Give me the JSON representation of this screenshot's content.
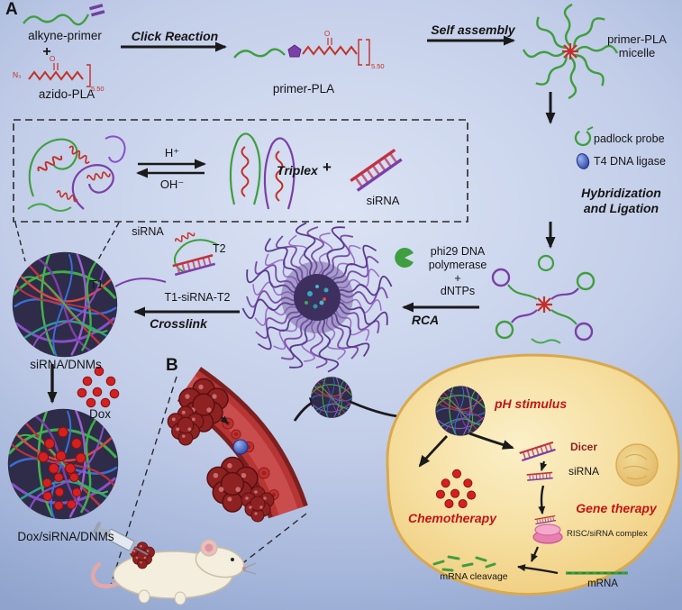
{
  "colors": {
    "background_top": "#c3cee8",
    "background_bottom": "#8fa3cc",
    "green": "#3f9e3f",
    "red": "#c23128",
    "purple": "#7b3fa8",
    "label_red": "#c41414",
    "dark_red": "#8e1f1f",
    "cell_yellow": "#f5d98a",
    "vessel_red": "#b73535"
  },
  "panel_a": {
    "label": "A",
    "alkyne_primer": "alkyne-primer",
    "plus_reactants": "+",
    "azido_pla": "azido-PLA",
    "n3": "N₃",
    "o": "O",
    "pla_subscript": "5.50",
    "click_reaction": "Click Reaction",
    "primer_pla": "primer-PLA",
    "self_assembly": "Self assembly",
    "micelle": "primer-PLA\nmicelle",
    "legend": {
      "padlock_probe": "padlock probe",
      "t4_ligase": "T4 DNA ligase"
    },
    "hybridization": "Hybridization\nand Ligation",
    "phi29": "phi29 DNA\npolymerase\n+\ndNTPs",
    "rca": "RCA",
    "crosslink": "Crosslink",
    "sirna": "siRNA",
    "t1": "T1",
    "t2": "T2",
    "t1_sirna_t2": "T1-siRNA-T2",
    "equilibrium": {
      "acid": "H⁺",
      "base": "OH⁻",
      "triplex": "Triplex",
      "plus": "+",
      "sirna": "siRNA"
    },
    "sirna_dnms": "siRNA/DNMs",
    "dox": "Dox",
    "dox_sirna_dnms": "Dox/siRNA/DNMs"
  },
  "panel_b": {
    "label": "B",
    "ph_stimulus": "pH stimulus",
    "dicer": "Dicer",
    "sirna": "siRNA",
    "chemotherapy": "Chemotherapy",
    "gene_therapy": "Gene therapy",
    "risc_complex": "RISC/siRNA complex",
    "mrna_cleavage": "mRNA cleavage",
    "mrna": "mRNA"
  }
}
